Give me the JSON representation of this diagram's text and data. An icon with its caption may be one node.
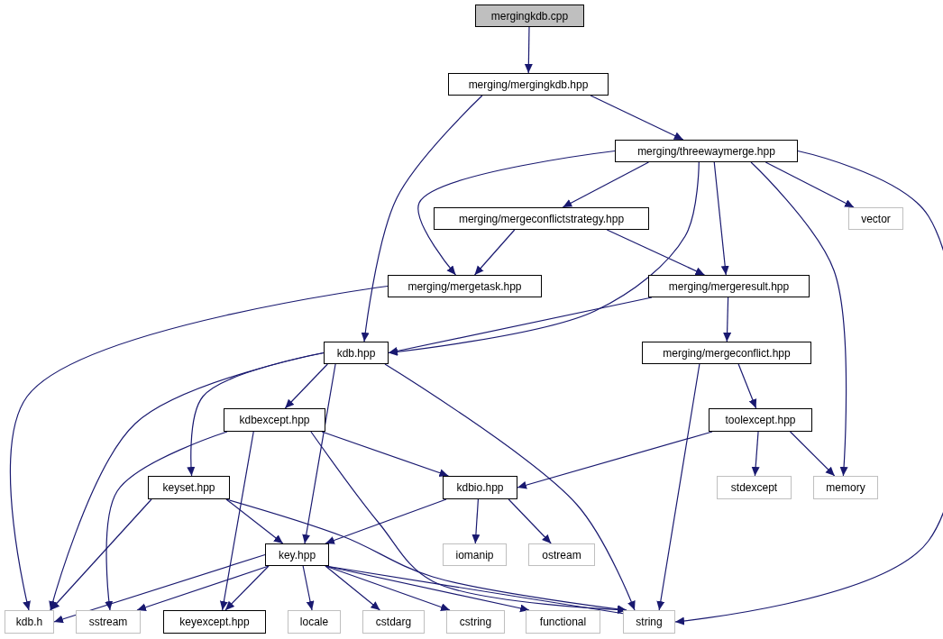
{
  "diagram": {
    "nodes": [
      {
        "text": [
          "mergingkdb.cpp"
        ]
      },
      {
        "text": [
          "merging/mergingkdb.hpp"
        ]
      },
      {
        "text": [
          "merging/threewaymerge.hpp"
        ]
      },
      {
        "text": [
          "merging/mergeconflictstrategy.hpp"
        ]
      },
      {
        "text": [
          "vector"
        ]
      },
      {
        "text": [
          "merging/mergetask.hpp"
        ]
      },
      {
        "text": [
          "merging/mergeresult.hpp"
        ]
      },
      {
        "text": [
          "kdb.hpp"
        ]
      },
      {
        "text": [
          "merging/mergeconflict.hpp"
        ]
      },
      {
        "text": [
          "kdbexcept.hpp"
        ]
      },
      {
        "text": [
          "toolexcept.hpp"
        ]
      },
      {
        "text": [
          "keyset.hpp"
        ]
      },
      {
        "text": [
          "kdbio.hpp"
        ]
      },
      {
        "text": [
          "stdexcept"
        ]
      },
      {
        "text": [
          "memory"
        ]
      },
      {
        "text": [
          "key.hpp"
        ]
      },
      {
        "text": [
          "iomanip"
        ]
      },
      {
        "text": [
          "ostream"
        ]
      },
      {
        "text": [
          "kdb.h"
        ]
      },
      {
        "text": [
          "sstream"
        ]
      },
      {
        "text": [
          "keyexcept.hpp"
        ]
      },
      {
        "text": [
          "locale"
        ]
      },
      {
        "text": [
          "cstdarg"
        ]
      },
      {
        "text": [
          "cstring"
        ]
      },
      {
        "text": [
          "functional"
        ]
      },
      {
        "text": [
          "string"
        ]
      }
    ],
    "edges": [
      {
        "from": 0,
        "to": 1,
        "arrow": "to"
      },
      {
        "from": 1,
        "to": 2,
        "arrow": "to"
      },
      {
        "from": 1,
        "to": 7,
        "arrow": "to"
      },
      {
        "from": 2,
        "to": 3,
        "arrow": "to"
      },
      {
        "from": 2,
        "to": 5,
        "arrow": "to"
      },
      {
        "from": 2,
        "to": 7,
        "arrow": "to"
      },
      {
        "from": 2,
        "to": 6,
        "arrow": "to"
      },
      {
        "from": 2,
        "to": 4,
        "arrow": "to"
      },
      {
        "from": 2,
        "to": 14,
        "arrow": "to"
      },
      {
        "from": 2,
        "to": 25,
        "arrow": "to"
      },
      {
        "from": 3,
        "to": 5,
        "arrow": "to"
      },
      {
        "from": 3,
        "to": 6,
        "arrow": "to"
      },
      {
        "from": 5,
        "to": 18,
        "arrow": "to"
      },
      {
        "from": 6,
        "to": 7,
        "arrow": "to"
      },
      {
        "from": 6,
        "to": 8,
        "arrow": "to"
      },
      {
        "from": 7,
        "to": 18,
        "arrow": "to"
      },
      {
        "from": 7,
        "to": 9,
        "arrow": "to"
      },
      {
        "from": 7,
        "to": 11,
        "arrow": "to"
      },
      {
        "from": 7,
        "to": 15,
        "arrow": "to"
      },
      {
        "from": 7,
        "to": 25,
        "arrow": "to"
      },
      {
        "from": 8,
        "to": 25,
        "arrow": "to"
      },
      {
        "from": 8,
        "to": 10,
        "arrow": "to"
      },
      {
        "from": 9,
        "to": 19,
        "arrow": "to"
      },
      {
        "from": 9,
        "to": 20,
        "arrow": "to"
      },
      {
        "from": 9,
        "to": 12,
        "arrow": "to"
      },
      {
        "from": 9,
        "to": 25,
        "arrow": "to"
      },
      {
        "from": 10,
        "to": 12,
        "arrow": "to"
      },
      {
        "from": 10,
        "to": 13,
        "arrow": "to"
      },
      {
        "from": 10,
        "to": 14,
        "arrow": "to"
      },
      {
        "from": 11,
        "to": 15,
        "arrow": "to"
      },
      {
        "from": 11,
        "to": 18,
        "arrow": "to"
      },
      {
        "from": 11,
        "to": 25,
        "arrow": "to"
      },
      {
        "from": 12,
        "to": 15,
        "arrow": "to"
      },
      {
        "from": 12,
        "to": 16,
        "arrow": "to"
      },
      {
        "from": 12,
        "to": 17,
        "arrow": "to"
      },
      {
        "from": 15,
        "to": 18,
        "arrow": "to"
      },
      {
        "from": 15,
        "to": 19,
        "arrow": "to"
      },
      {
        "from": 15,
        "to": 20,
        "arrow": "to"
      },
      {
        "from": 15,
        "to": 21,
        "arrow": "to"
      },
      {
        "from": 15,
        "to": 22,
        "arrow": "to"
      },
      {
        "from": 15,
        "to": 23,
        "arrow": "to"
      },
      {
        "from": 15,
        "to": 24,
        "arrow": "to"
      },
      {
        "from": 15,
        "to": 25,
        "arrow": "to"
      }
    ]
  }
}
